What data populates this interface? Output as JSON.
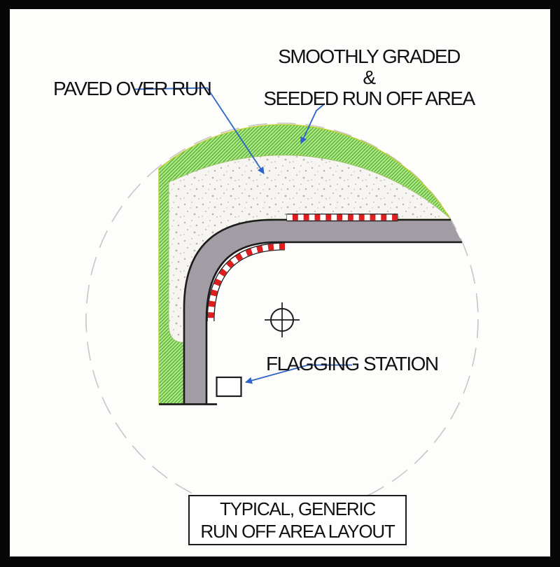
{
  "callouts": {
    "paved": "PAVED OVER RUN",
    "graded": {
      "line1": "SMOOTHLY GRADED",
      "line2": "&",
      "line3": "SEEDED RUN OFF AREA"
    },
    "flagging": "FLAGGING STATION"
  },
  "title_block": {
    "line1": "TYPICAL, GENERIC",
    "line2": "RUN OFF AREA LAYOUT"
  },
  "icons": {
    "center_mark": "crosshair-circle",
    "flagging_station": "small-rectangle",
    "leader_arrows": "blue-arrow"
  },
  "colors": {
    "frame_black": "#060606",
    "grass_green": "#b5e78b",
    "grass_hatch": "#57b637",
    "grass_edge": "#bccf2e",
    "paved_bg": "#f6f5f1",
    "paved_dot": "#b7b3ae",
    "paved_edge": "#9ec46a",
    "track_gray": "#a29da4",
    "edge_black": "#1c1c1c",
    "curb_red": "#de1e1e",
    "leader_blue": "#2c64c8",
    "dashed_circle": "#c6c6c6",
    "text_black": "#111111"
  }
}
